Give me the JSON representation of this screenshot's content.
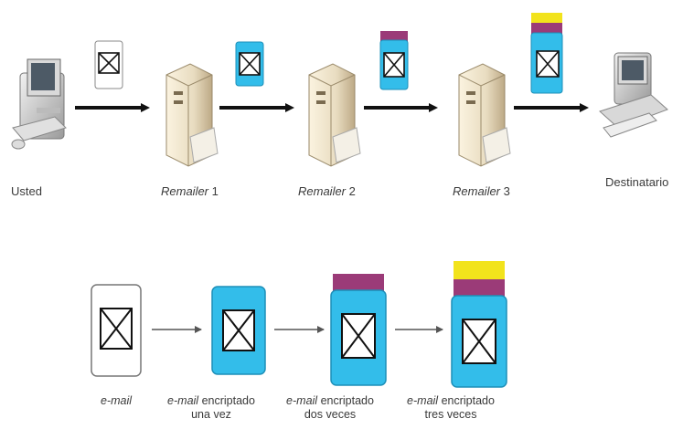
{
  "top_row": {
    "sender_label": "Usted",
    "remailers": [
      {
        "name": "Remailer",
        "number": "1"
      },
      {
        "name": "Remailer",
        "number": "2"
      },
      {
        "name": "Remailer",
        "number": "3"
      }
    ],
    "recipient_label": "Destinatario"
  },
  "bottom_row": {
    "captions": [
      {
        "italic": "e-mail",
        "rest": "",
        "line2": ""
      },
      {
        "italic": "e-mail",
        "rest": " encriptado",
        "line2": "una vez"
      },
      {
        "italic": "e-mail",
        "rest": " encriptado",
        "line2": "dos veces"
      },
      {
        "italic": "e-mail",
        "rest": " encriptado",
        "line2": "tres veces"
      }
    ]
  },
  "colors": {
    "layer_blue": "#33bdea",
    "layer_purple": "#9b3b78",
    "layer_yellow": "#f2e31c",
    "arrow": "#111111",
    "thin_arrow": "#666666"
  }
}
